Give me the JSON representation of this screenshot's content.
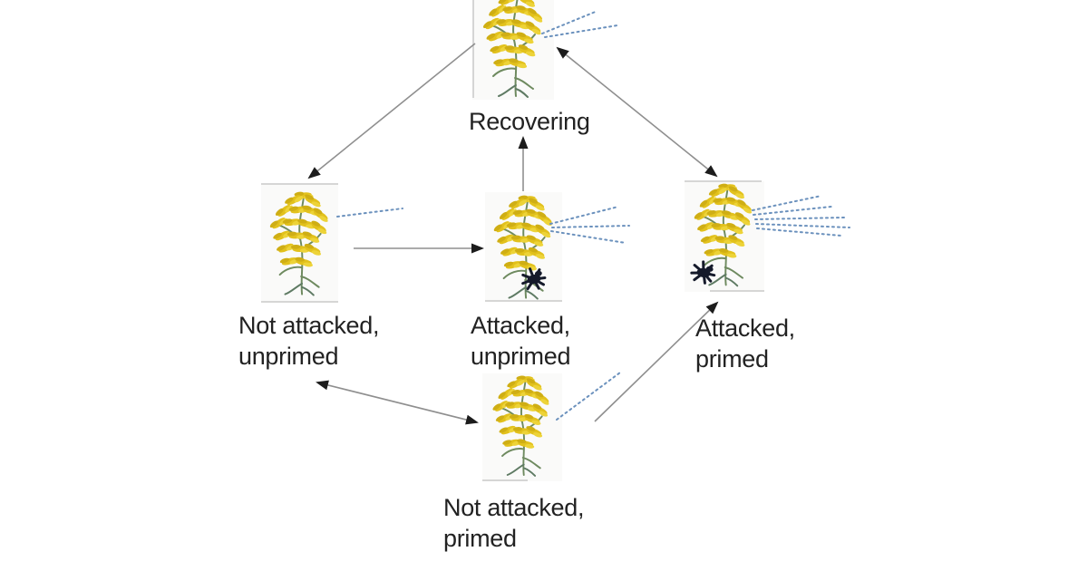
{
  "diagram": {
    "type": "state-cycle",
    "nodes": [
      {
        "id": "recovering",
        "line1": "Recovering",
        "line2": "",
        "volatile_rays": 2,
        "herbivore_present": false
      },
      {
        "id": "not-attacked-unprimed",
        "line1": "Not attacked,",
        "line2": "unprimed",
        "volatile_rays": 1,
        "herbivore_present": false
      },
      {
        "id": "attacked-unprimed",
        "line1": "Attacked,",
        "line2": "unprimed",
        "volatile_rays": 3,
        "herbivore_present": true
      },
      {
        "id": "attacked-primed",
        "line1": "Attacked,",
        "line2": "primed",
        "volatile_rays": 5,
        "herbivore_present": true
      },
      {
        "id": "not-attacked-primed",
        "line1": "Not attacked,",
        "line2": "primed",
        "volatile_rays": 1,
        "herbivore_present": false
      }
    ],
    "edges": [
      {
        "from": "recovering",
        "to": "not-attacked-unprimed",
        "bidirectional": false
      },
      {
        "from": "attacked-unprimed",
        "to": "recovering",
        "bidirectional": false
      },
      {
        "from": "recovering",
        "to": "attacked-primed",
        "bidirectional": true
      },
      {
        "from": "not-attacked-unprimed",
        "to": "attacked-unprimed",
        "bidirectional": false
      },
      {
        "from": "not-attacked-unprimed",
        "to": "not-attacked-primed",
        "bidirectional": true
      },
      {
        "from": "not-attacked-primed",
        "to": "attacked-primed",
        "bidirectional": false
      }
    ],
    "icons": {
      "plant": "goldenrod-plant-image",
      "herbivore": "beetle-icon",
      "volatile_emission": "dotted-ray-icon"
    },
    "colors": {
      "background": "#ffffff",
      "arrow_line": "#8f8f8f",
      "arrowhead": "#1c1c1c",
      "volatile_dots": "#6b91bd",
      "label_text": "#222222",
      "flower_yellow": "#e2c11c",
      "stem_green": "#6e8a5f",
      "herbivore_dark": "#151a2b",
      "plant_box_bg": "#fafaf9"
    }
  }
}
